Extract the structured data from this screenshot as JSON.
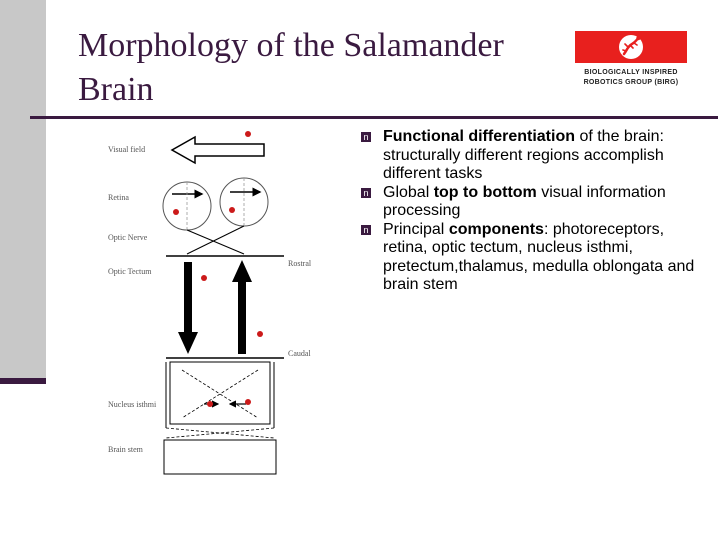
{
  "slide": {
    "title": "Morphology of the Salamander Brain"
  },
  "logo": {
    "line1": "BIOLOGICALLY INSPIRED",
    "line2": "ROBOTICS GROUP (BIRG)",
    "color": "#e8201e"
  },
  "diagram_labels": {
    "visual_field": "Visual field",
    "retina": "Retina",
    "optic_nerve": "Optic Nerve",
    "optic_tectum": "Optic Tectum",
    "rostral": "Rostral",
    "caudal": "Caudal",
    "nucleus_isthmi": "Nucleus isthmi",
    "brain_stem": "Brain stem"
  },
  "bullets": [
    {
      "bold": "Functional differentiation",
      "text": " of the brain: structurally different regions accomplish different tasks"
    },
    {
      "pre": "Global ",
      "bold": "top to bottom",
      "text": " visual information processing"
    },
    {
      "pre": "Principal ",
      "bold": "components",
      "text": ": photoreceptors, retina, optic tectum, nucleus isthmi, pretectum,thalamus, medulla oblongata and brain stem"
    }
  ],
  "colors": {
    "accent": "#3a1a40",
    "dot": "#cc1a1a"
  }
}
